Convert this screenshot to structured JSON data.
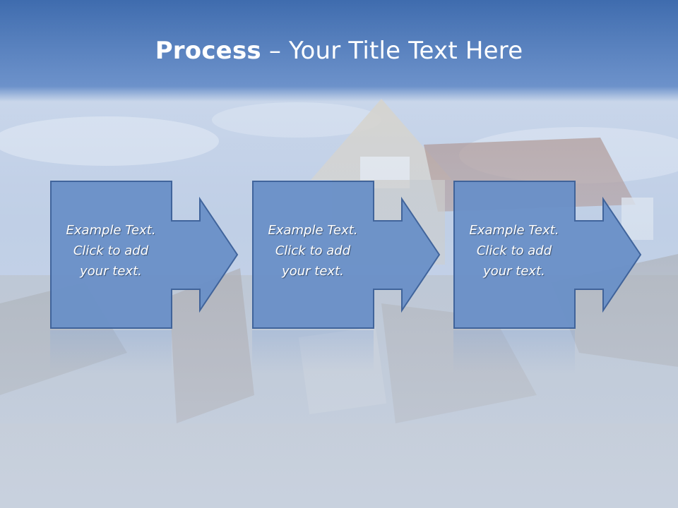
{
  "title": {
    "bold": "Process",
    "rest": " – Your Title Text Here"
  },
  "steps": [
    {
      "text": "Example Text.\nClick  to add\nyour text."
    },
    {
      "text": "Example Text.\nClick  to add\nyour text."
    },
    {
      "text": "Example Text.\nClick  to add\nyour text."
    }
  ],
  "colors": {
    "title_band": "#4a78ba",
    "arrow_fill": "#6a90c8",
    "arrow_stroke": "#3a5f98",
    "title_text": "#ffffff"
  }
}
